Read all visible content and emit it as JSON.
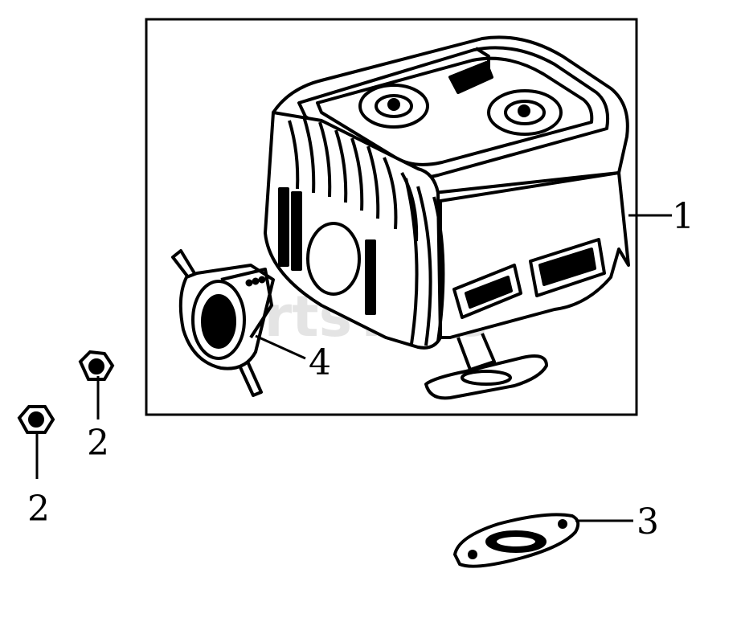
{
  "diagram": {
    "callouts": [
      {
        "id": "part-1",
        "label": "1"
      },
      {
        "id": "part-2a",
        "label": "2"
      },
      {
        "id": "part-2b",
        "label": "2"
      },
      {
        "id": "part-3",
        "label": "3"
      },
      {
        "id": "part-4",
        "label": "4"
      }
    ],
    "watermark": "PartsTree",
    "colors": {
      "ink": "#000000",
      "background": "#ffffff"
    }
  }
}
